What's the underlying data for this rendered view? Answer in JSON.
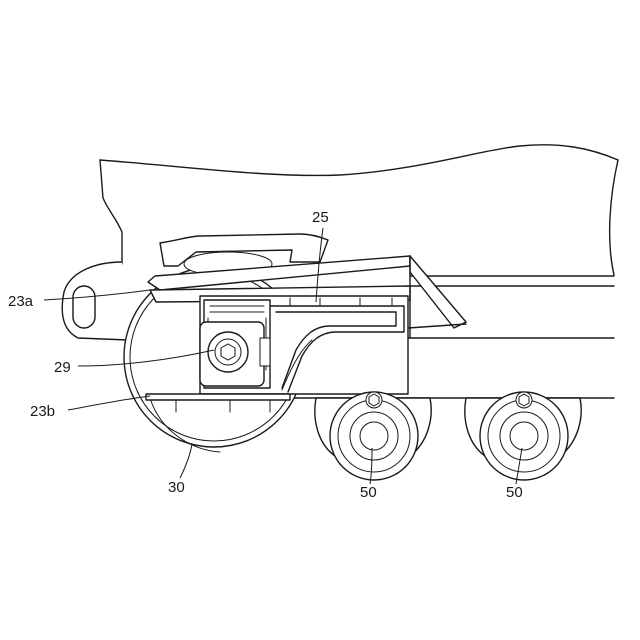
{
  "figure": {
    "reference_labels": {
      "ref_25": "25",
      "ref_23a": "23a",
      "ref_29": "29",
      "ref_23b": "23b",
      "ref_30": "30",
      "ref_50_front": "50",
      "ref_50_rear": "50"
    },
    "colors": {
      "line": "#1a1a1a",
      "background": "#ffffff"
    }
  }
}
